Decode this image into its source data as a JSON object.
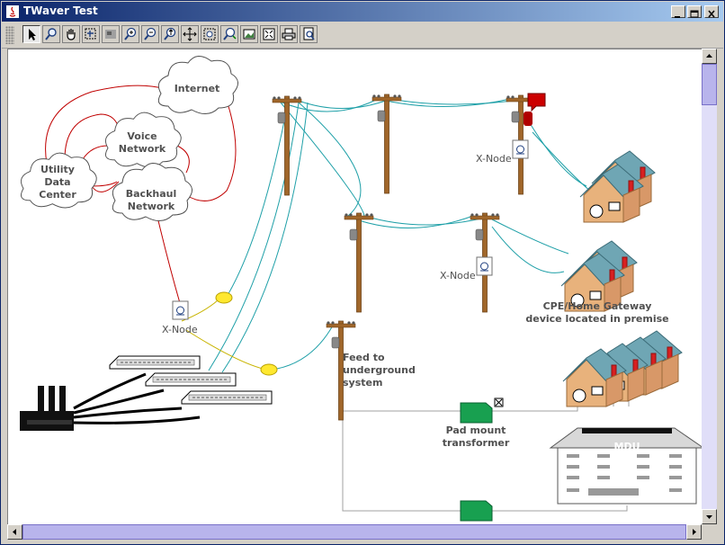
{
  "window": {
    "title": "TWaver Test"
  },
  "titlebar_buttons": [
    "minimize",
    "maximize",
    "close"
  ],
  "toolbar": {
    "tools": [
      "select",
      "zoom",
      "pan",
      "marquee-zoom",
      "overview",
      "zoom-in",
      "zoom-out",
      "zoom-reset",
      "zoom-fit",
      "zoom-actual",
      "zoom-layer",
      "export-image",
      "fit-window",
      "print",
      "print-preview"
    ]
  },
  "network": {
    "clouds": {
      "internet": "Internet",
      "voice": "Voice\nNetwork",
      "utility": "Utility\nData\nCenter",
      "backhaul": "Backhaul\nNetwork"
    },
    "xnode_labels": [
      "X-Node",
      "X-Node",
      "X-Node"
    ],
    "feed_label": "Feed to\nunderground\nsystem",
    "cpe_label": "CPE/Home Gateway\ndevice located in premise",
    "pad_label": "Pad mount\ntransformer",
    "mdu_label": "MDU",
    "alarm_color": "#cc0000",
    "fiber_color": "#1fa0a8",
    "wan_color": "#c00000",
    "coax_color": "#c8b400"
  }
}
